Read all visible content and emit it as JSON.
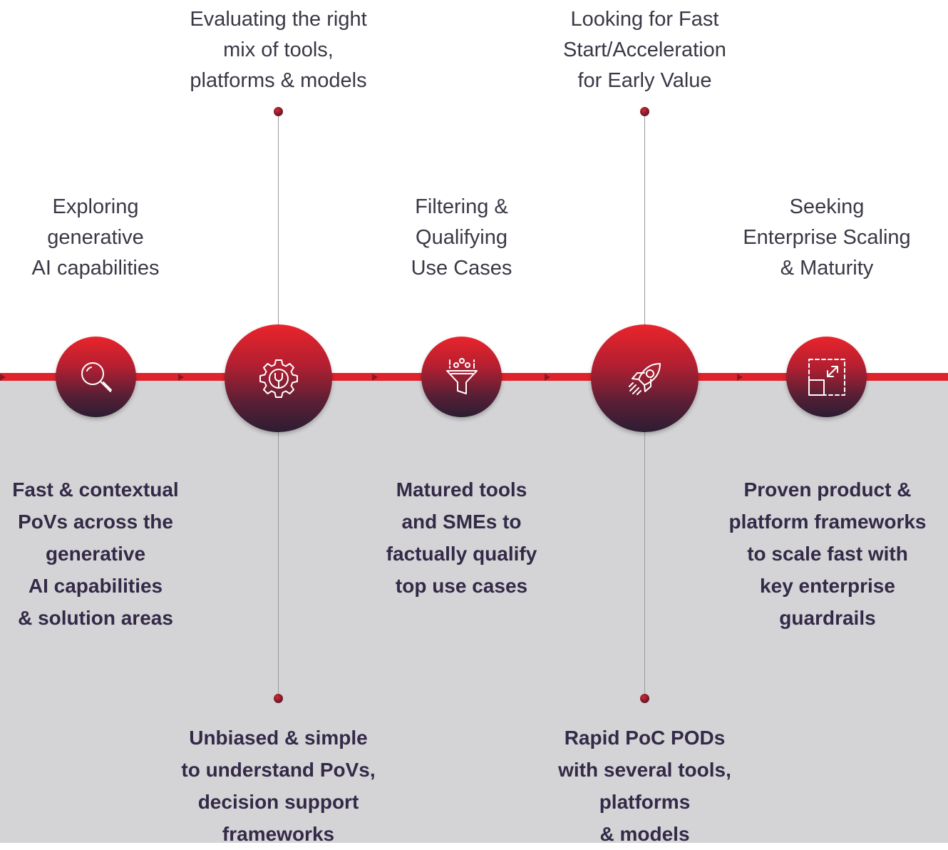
{
  "colors": {
    "accent": "#e0232b",
    "panel": "#d4d4d6",
    "text": "#3a3845",
    "bold_text": "#332a48"
  },
  "stages": [
    {
      "icon": "magnifier-icon",
      "label": "Exploring\ngenerative\nAI capabilities",
      "description": "Fast & contextual\nPoVs across the\ngenerative\nAI capabilities\n& solution areas"
    },
    {
      "icon": "gear-wrench-icon",
      "label": "Evaluating the right\nmix of tools,\nplatforms & models",
      "description": "Unbiased & simple\nto understand PoVs,\ndecision support\nframeworks"
    },
    {
      "icon": "funnel-icon",
      "label": "Filtering &\nQualifying\nUse Cases",
      "description": "Matured tools\nand SMEs to\nfactually qualify\ntop use cases"
    },
    {
      "icon": "rocket-icon",
      "label": "Looking for Fast\nStart/Acceleration\nfor Early Value",
      "description": "Rapid PoC PODs\nwith several tools,\nplatforms\n& models"
    },
    {
      "icon": "scale-up-icon",
      "label": "Seeking\nEnterprise Scaling\n& Maturity",
      "description": "Proven product &\nplatform frameworks\nto scale fast with\nkey enterprise\nguardrails"
    }
  ]
}
